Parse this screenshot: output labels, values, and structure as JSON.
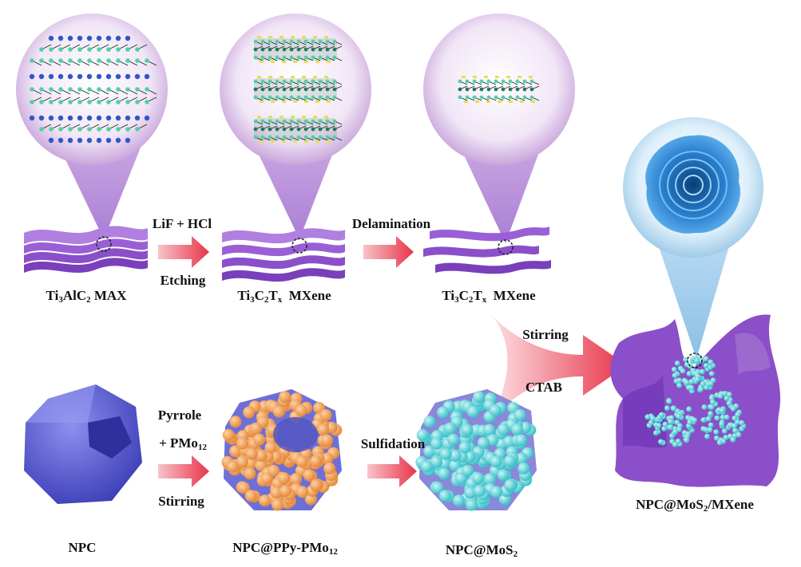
{
  "labels": {
    "ti3alc2": {
      "pre": "Ti",
      "s1": "3",
      "mid": "AlC",
      "s2": "2",
      "post": " MAX"
    },
    "mxene_ml": {
      "pre": "Ti",
      "s1": "3",
      "mid": "C",
      "s2": "2",
      "mid2": "T",
      "s3": "x",
      "post": "  MXene"
    },
    "mxene_dl": {
      "pre": "Ti",
      "s1": "3",
      "mid": "C",
      "s2": "2",
      "mid2": "T",
      "s3": "x",
      "post": "  MXene"
    },
    "npc": "NPC",
    "npc_ppy": {
      "pre": "NPC@PPy-PMo",
      "s1": "12"
    },
    "npc_mos2": {
      "pre": "NPC@MoS",
      "s1": "2"
    },
    "final": {
      "pre": "NPC@MoS",
      "s1": "2",
      "post": "/MXene"
    }
  },
  "steps": {
    "etch_top": "LiF + HCl",
    "etch_bottom": "Etching",
    "delam": "Delamination",
    "pyrrole": "Pyrrole",
    "pmo": {
      "pre": "+ PMo",
      "s1": "12"
    },
    "stir_bottom": "Stirring",
    "sulfid": "Sulfidation",
    "combine_top": "Stirring",
    "combine_bottom": "CTAB"
  },
  "colors": {
    "mxene": "#8b4fc9",
    "mxene_light": "#b07fe0",
    "lens": "#e6d3f0",
    "lens_blue": "#cfe7f7",
    "arrow": "#e8344a",
    "npc": "#5a5fd6",
    "ppy": "#f0a25a",
    "mos2": "#5fd3d8",
    "atom_green": "#4fd1a5",
    "atom_blue": "#2f57c8",
    "flower": "#2b7fcf"
  }
}
